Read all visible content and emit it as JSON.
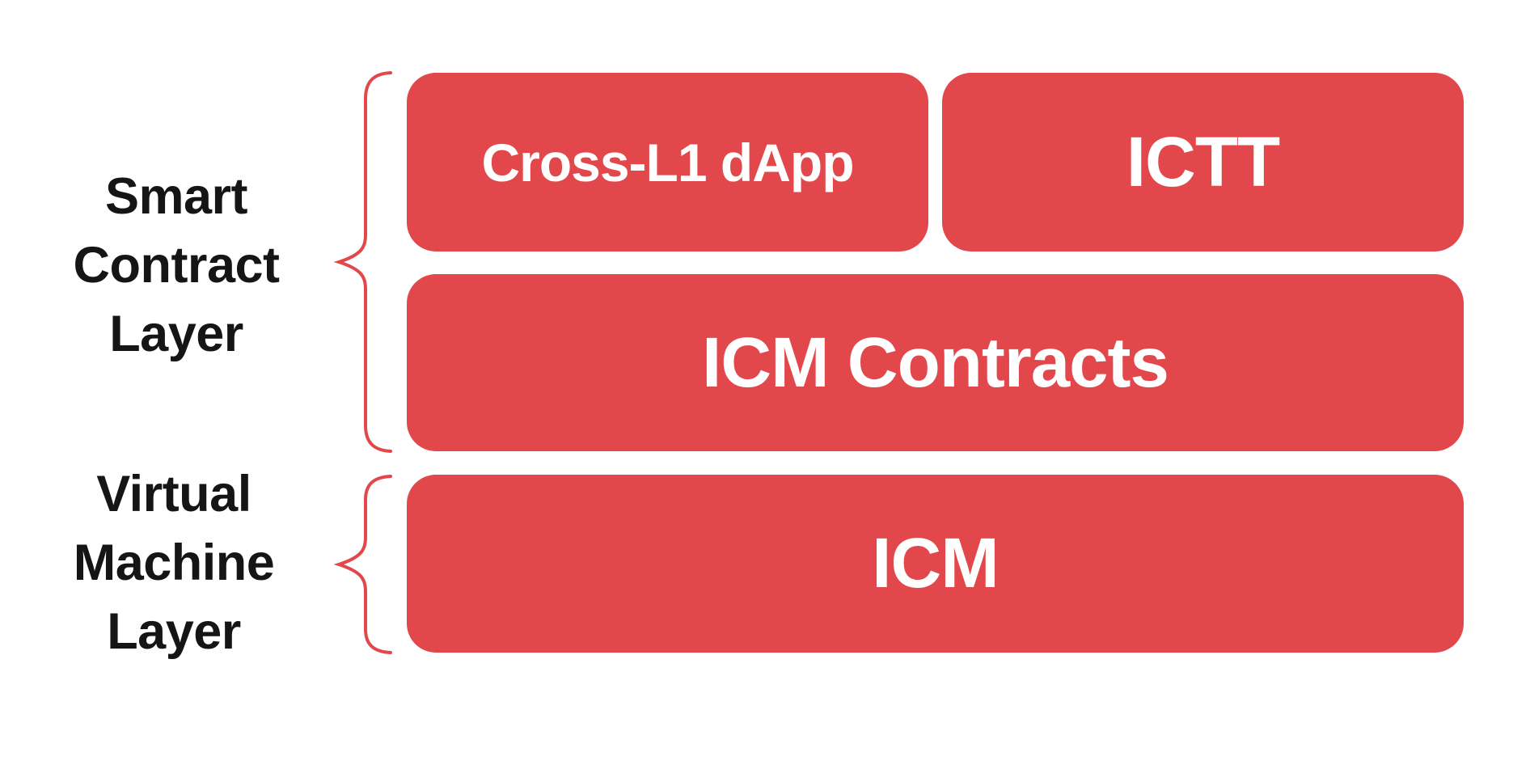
{
  "colors": {
    "accent": "#e2484b",
    "label_text": "#151515",
    "box_text": "#ffffff",
    "canvas_bg": "#ffffff"
  },
  "layers": [
    {
      "name": "smart-contract-layer",
      "label_lines": [
        "Smart",
        "Contract",
        "Layer"
      ],
      "boxes": [
        {
          "label": "Cross-L1 dApp"
        },
        {
          "label": "ICTT"
        },
        {
          "label": "ICM Contracts"
        }
      ]
    },
    {
      "name": "virtual-machine-layer",
      "label_lines": [
        "Virtual",
        "Machine",
        "Layer"
      ],
      "boxes": [
        {
          "label": "ICM"
        }
      ]
    }
  ]
}
